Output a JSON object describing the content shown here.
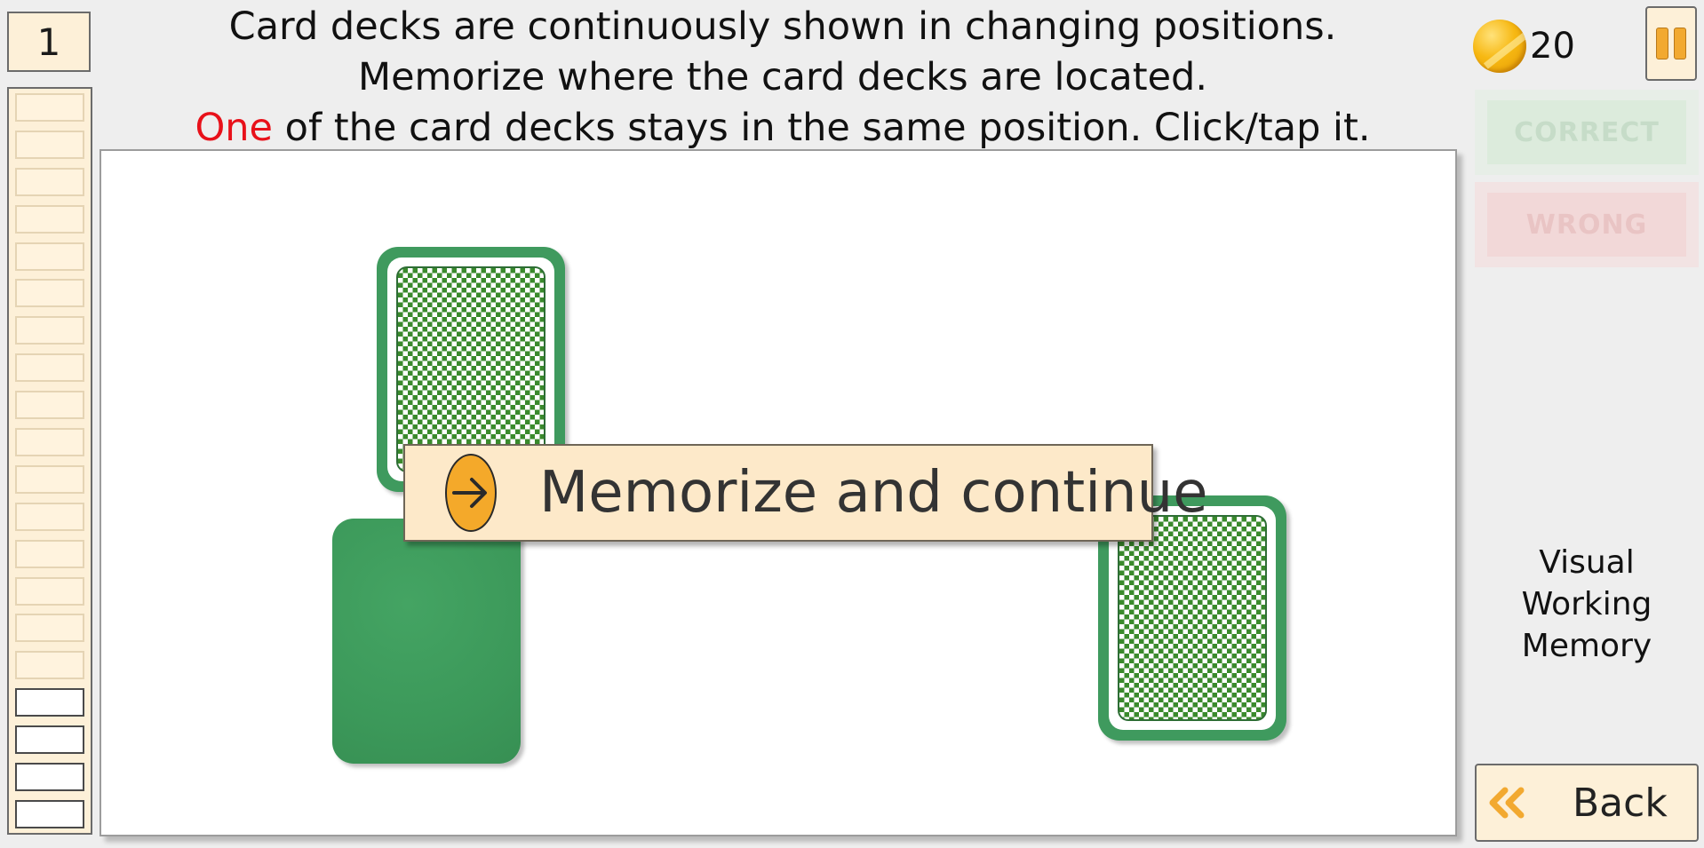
{
  "level": "1",
  "instructions": {
    "line1": "Card decks are continuously shown in changing positions.",
    "line2": "Memorize where the card decks are located.",
    "line3_highlight": "One",
    "line3_rest": " of the card decks stays in the same position. Click/tap it."
  },
  "progress": {
    "total_slots": 20,
    "completed": 16
  },
  "overlay": {
    "label": "Memorize and continue",
    "icon": "arrow-right-circle-icon"
  },
  "score": {
    "value": "20",
    "icon": "coin-icon"
  },
  "feedback": {
    "correct_label": "CORRECT",
    "wrong_label": "WRONG"
  },
  "task_name": [
    "Visual",
    "Working",
    "Memory"
  ],
  "back": {
    "label": "Back",
    "icon": "double-chevron-left-icon"
  },
  "decks": [
    {
      "name": "deck-top-left",
      "style": "patterned"
    },
    {
      "name": "deck-bottom-left",
      "style": "plain"
    },
    {
      "name": "deck-right",
      "style": "patterned"
    }
  ],
  "colors": {
    "panel_bg": "#fdf0d8",
    "felt_green": "#3f9a5e",
    "accent_orange": "#f4a92a",
    "highlight_red": "#e8111a"
  }
}
